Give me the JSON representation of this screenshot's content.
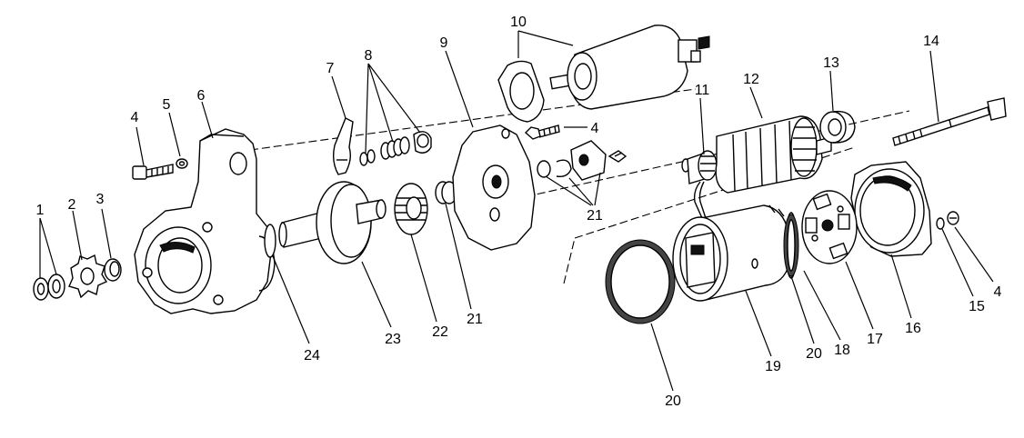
{
  "labels": {
    "l1": "1",
    "l2": "2",
    "l3": "3",
    "l4a": "4",
    "l5": "5",
    "l6": "6",
    "l7": "7",
    "l8": "8",
    "l9": "9",
    "l10": "10",
    "l4b": "4",
    "l11": "11",
    "l12": "12",
    "l13": "13",
    "l14": "14",
    "l21a": "21",
    "l4c": "4",
    "l15": "15",
    "l16": "16",
    "l17": "17",
    "l18": "18",
    "l20a": "20",
    "l19": "19",
    "l20b": "20",
    "l24": "24",
    "l23": "23",
    "l22": "22",
    "l21b": "21"
  }
}
